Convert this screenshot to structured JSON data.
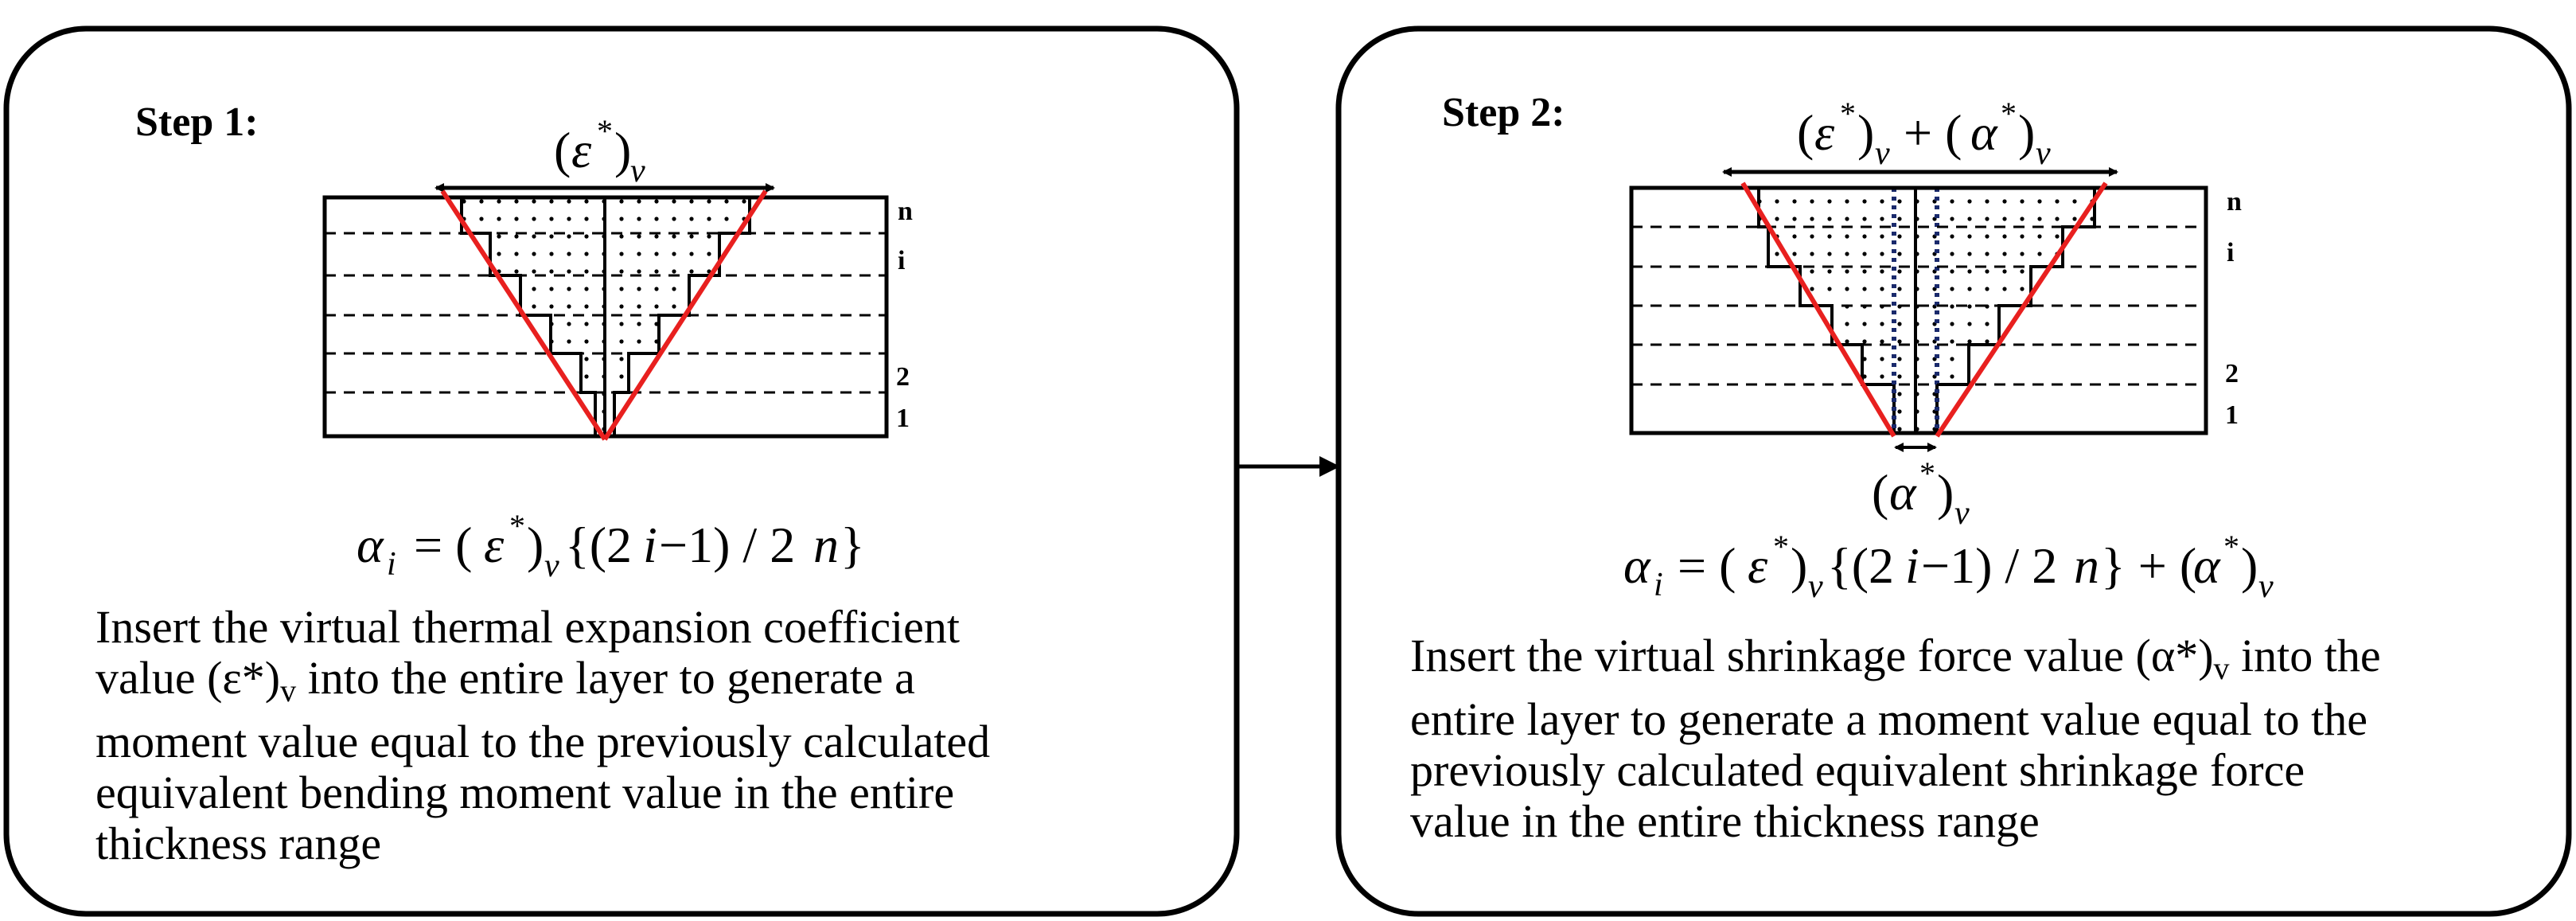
{
  "steps": [
    {
      "label": "Step 1:",
      "top_formula": {
        "symbol": "ε",
        "sup": "*",
        "sub": "v"
      },
      "layer_labels": [
        "n",
        "i",
        "2",
        "1"
      ],
      "formula": "α_i = (ε*)_v {(2i−1)/2n}",
      "description_lines": [
        "Insert the virtual thermal expansion coefficient",
        "value (ε*)",
        "v",
        " into the entire layer to generate a",
        "moment value equal to the previously calculated",
        "equivalent bending moment value in the entire",
        "thickness range"
      ]
    },
    {
      "label": "Step 2:",
      "top_formula": "(ε*)_v + (α*)_v",
      "bottom_formula": "(α*)_v",
      "layer_labels": [
        "n",
        "i",
        "2",
        "1"
      ],
      "formula": "α_i = (ε*)_v {(2i−1)/2n} + (α*)_v",
      "description_lines": [
        "Insert the virtual shrinkage force value (α*)",
        "v",
        " into the",
        "entire layer to generate a moment value equal to the",
        "previously calculated equivalent shrinkage force",
        "value in the entire thickness range"
      ]
    }
  ],
  "colors": {
    "v_line": "#e8201f",
    "blue_dotted": "#1a2a6c",
    "ink": "#000000"
  }
}
